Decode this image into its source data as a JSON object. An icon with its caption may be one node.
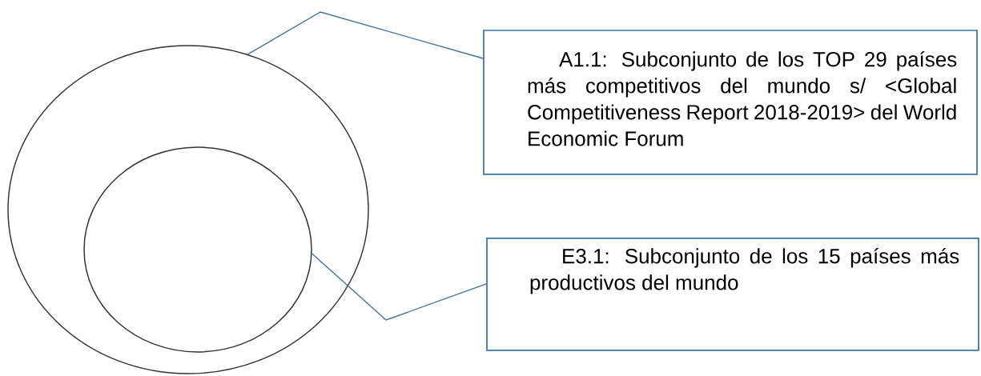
{
  "diagram": {
    "nodes": [
      {
        "text": [],
        "shape": "circle"
      },
      {
        "text": [],
        "shape": "circle",
        "in": 0
      },
      {
        "text": [
          "A1.1: Subconjunto de los TOP 29 países más competitivos del mundo s/ <Global Competitiveness Report 2018-2019> del World Economic Forum"
        ]
      },
      {
        "text": [
          "E3.1: Subconjunto de los 15 países más productivos del mundo"
        ]
      }
    ],
    "edges": [
      {
        "from": 2,
        "to": 0,
        "arrow": "none"
      },
      {
        "from": 3,
        "to": 1,
        "arrow": "none"
      }
    ]
  }
}
